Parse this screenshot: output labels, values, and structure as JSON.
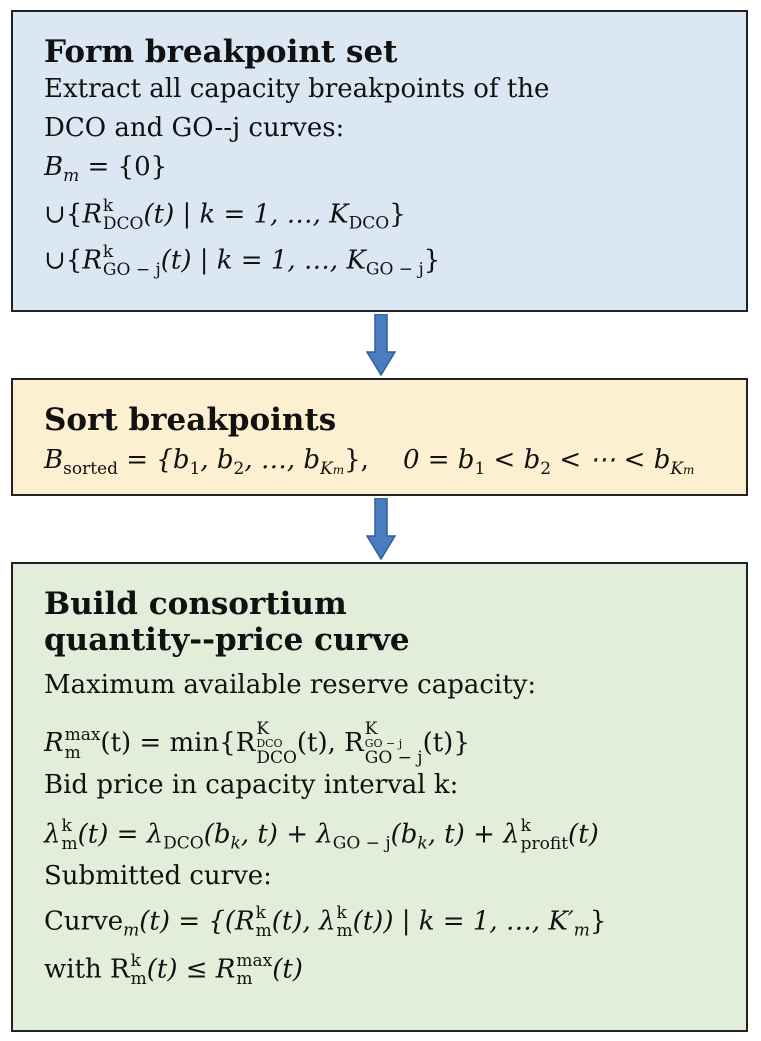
{
  "box1": {
    "title": "Form breakpoint set",
    "desc1": "Extract all capacity breakpoints of the",
    "desc2": "DCO and GO--j curves:",
    "eq_b": "B",
    "eq_m": "m",
    "eq_rest": " = {0}",
    "union1_open": "∪{",
    "union1_R": "R",
    "union1_k": "k",
    "union1_sub": "DCO",
    "union1_mid": "(t) | k = 1, …, K",
    "union1_close": "}",
    "union2_open": "∪{",
    "union2_R": "R",
    "union2_k": "k",
    "union2_sub": "GO − j",
    "union2_mid": "(t) | k = 1, …, K",
    "union2_close": "}"
  },
  "box2": {
    "title": "Sort breakpoints",
    "eq_b": "B",
    "eq_sub": "sorted",
    "eq_set": " = {b",
    "eq_1": "1",
    "eq_c1": ", b",
    "eq_2": "2",
    "eq_c2": ", …, b",
    "eq_K": "K",
    "eq_Km": "m",
    "eq_end": "},",
    "eq_order": "0 = b",
    "eq_o1": "1",
    "eq_lt": " < b",
    "eq_o2": "2",
    "eq_dots": " < ⋯ < b",
    "eq_oK": "K",
    "eq_oKm": "m"
  },
  "box3": {
    "title_line1": "Build consortium",
    "title_line2": "quantity--price curve",
    "desc1": "Maximum available reserve capacity:",
    "desc2": "Bid price in capacity interval k:",
    "desc3": "Submitted curve:",
    "rmax_R": "R",
    "rmax_sup": "max",
    "rmax_sub": "m",
    "rmax_eq": "(t) = min{R",
    "rmax_K1": "K",
    "rmax_K1sub": "DCO",
    "rmax_sub1": "DCO",
    "rmax_mid": "(t), R",
    "rmax_K2": "K",
    "rmax_K2sub": "GO − j",
    "rmax_sub2": "GO − j",
    "rmax_end": "(t)}",
    "lam_l": "λ",
    "lam_k": "k",
    "lam_m": "m",
    "lam_eq": "(t) = λ",
    "lam_dco": "DCO",
    "lam_a1": "(b",
    "lam_k1": "k",
    "lam_a1b": ", t) + λ",
    "lam_go": "GO − j",
    "lam_a2": "(b",
    "lam_k2": "k",
    "lam_a2b": ", t) + λ",
    "lam_pk": "k",
    "lam_profit": "profit",
    "lam_end": "(t)",
    "curve_name": "Curve",
    "curve_m": "m",
    "curve_eq": "(t) = {(R",
    "curve_k": "k",
    "curve_m2": "m",
    "curve_mid": "(t), λ",
    "curve_k2": "k",
    "curve_m3": "m",
    "curve_mid2": "(t)) | k = 1, …, K′",
    "curve_m4": "m",
    "curve_end": "}",
    "with_text": "with R",
    "with_k": "k",
    "with_m": "m",
    "with_mid": "(t) ≤ R",
    "with_max": "max",
    "with_m2": "m",
    "with_end": "(t)"
  },
  "colors": {
    "box1_bg": "#dbe8f4",
    "box2_bg": "#fdf0d0",
    "box3_bg": "#e2eed9",
    "arrow": "#4a7cc0"
  }
}
